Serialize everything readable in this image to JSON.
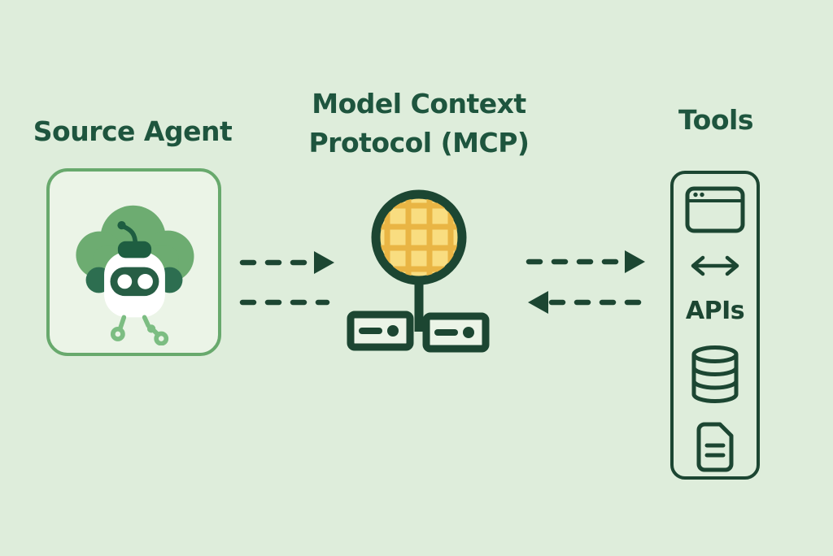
{
  "diagram_title": "Model Context Protocol diagram",
  "colors": {
    "background": "#deeddb",
    "dark_green": "#1c4632",
    "title_green": "#1e553e",
    "medium_green": "#68a96d",
    "panel_fill": "#ebf4e7",
    "cloud_green": "#6dac71",
    "goggles_green": "#275e45",
    "leg_green": "#7cbd82",
    "waffle_fill": "#f9dd80",
    "waffle_grid": "#e9b544"
  },
  "source_agent": {
    "label": "Source Agent",
    "icon": "robot-cloud-agent"
  },
  "mcp": {
    "title_line1": "Model Context",
    "title_line2": "Protocol (MCP)",
    "icon": "waffle-network"
  },
  "tools": {
    "label": "Tools",
    "apis_label": "APIs",
    "icons": [
      "browser-window",
      "bidirectional-arrow",
      "database",
      "document"
    ]
  },
  "arrows": {
    "source_to_mcp": "right",
    "mcp_to_source": "none",
    "mcp_to_tools": "right",
    "tools_to_mcp": "left"
  }
}
